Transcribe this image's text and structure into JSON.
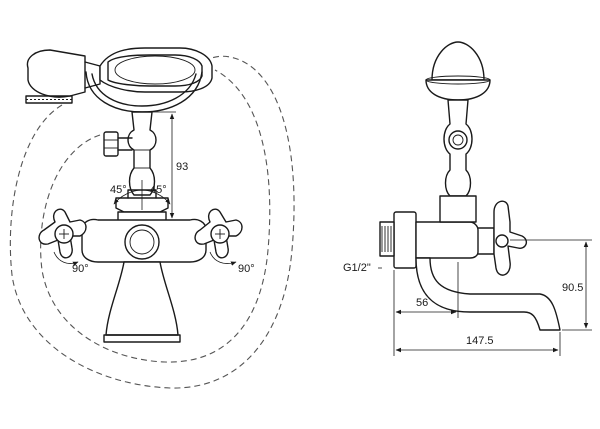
{
  "labels": {
    "height_93": "93",
    "angle_left": "45°",
    "angle_right": "45°",
    "rot_left": "90°",
    "rot_right": "90°",
    "thread": "G1/2\"",
    "dim_56": "56",
    "dim_147": "147.5",
    "dim_90": "90.5"
  }
}
